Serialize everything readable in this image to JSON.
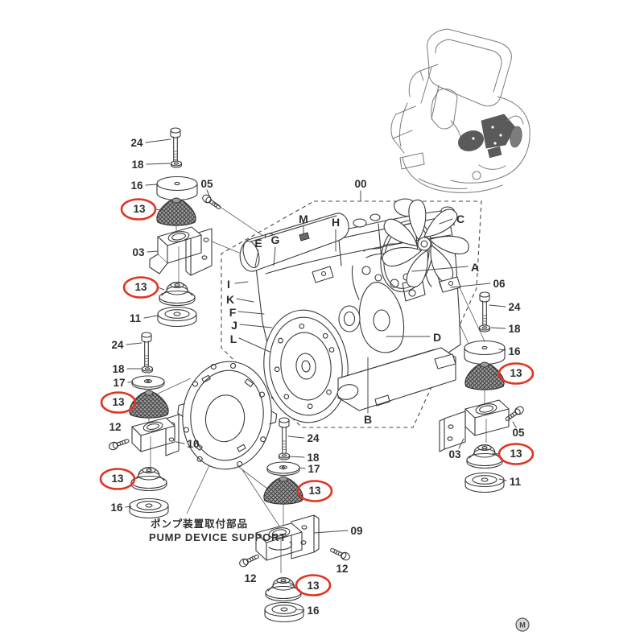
{
  "diagram": {
    "assembly_number": "00",
    "titles": {
      "jp": "ポンプ装置取付部品",
      "en": "PUMP DEVICE SUPPORT"
    },
    "watermark": "M",
    "colors": {
      "line": "#3a3a3a",
      "highlight_red": "#e03422",
      "mount_fill": "#9b9b9b"
    },
    "highlighted_part": "13"
  },
  "callouts": {
    "top_left": [
      "24",
      "18",
      "16",
      "13",
      "05",
      "03",
      "13",
      "11"
    ],
    "mid_left": [
      "24",
      "18",
      "17",
      "13",
      "12",
      "10",
      "13",
      "16"
    ],
    "engine": [
      "00",
      "M",
      "H",
      "C",
      "E",
      "G",
      "A",
      "06",
      "I",
      "K",
      "F",
      "J",
      "L",
      "D",
      "B"
    ],
    "right_side": [
      "24",
      "18",
      "16",
      "13",
      "05",
      "03",
      "13",
      "11"
    ],
    "bottom": [
      "24",
      "18",
      "17",
      "13",
      "09",
      "12",
      "12",
      "13",
      "16"
    ]
  }
}
